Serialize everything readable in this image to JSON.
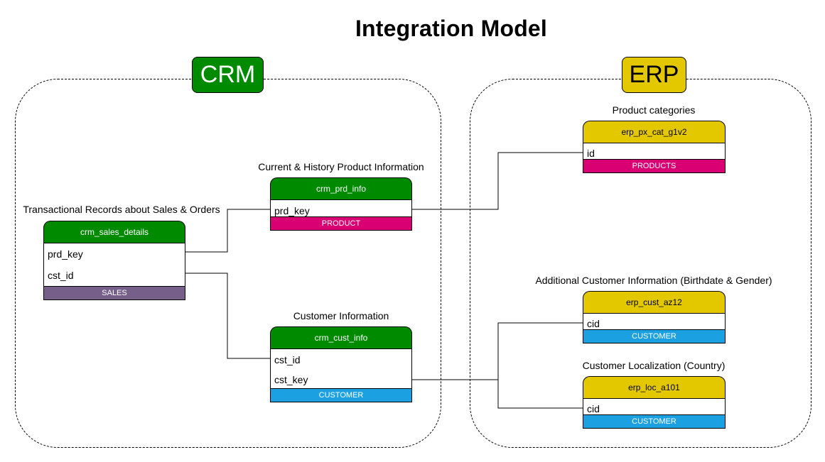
{
  "title": "Integration Model",
  "colors": {
    "crm_green": "#008a00",
    "erp_yellow": "#e3c800",
    "product_pink": "#d80073",
    "sales_purple": "#76608a",
    "customer_blue": "#1ba1e2"
  },
  "regions": {
    "crm": {
      "label": "CRM"
    },
    "erp": {
      "label": "ERP"
    }
  },
  "tables": {
    "crm_sales_details": {
      "caption": "Transactional Records about Sales & Orders",
      "name": "crm_sales_details",
      "fields": [
        "prd_key",
        "cst_id"
      ],
      "tag": "SALES"
    },
    "crm_prd_info": {
      "caption": "Current & History Product Information",
      "name": "crm_prd_info",
      "fields": [
        "prd_key"
      ],
      "tag": "PRODUCT"
    },
    "crm_cust_info": {
      "caption": "Customer Information",
      "name": "crm_cust_info",
      "fields": [
        "cst_id",
        "cst_key"
      ],
      "tag": "CUSTOMER"
    },
    "erp_px_cat_g1v2": {
      "caption": "Product categories",
      "name": "erp_px_cat_g1v2",
      "fields": [
        "id"
      ],
      "tag": "PRODUCTS"
    },
    "erp_cust_az12": {
      "caption": "Additional Customer Information (Birthdate & Gender)",
      "name": "erp_cust_az12",
      "fields": [
        "cid"
      ],
      "tag": "CUSTOMER"
    },
    "erp_loc_a101": {
      "caption": "Customer Localization (Country)",
      "name": "erp_loc_a101",
      "fields": [
        "cid"
      ],
      "tag": "CUSTOMER"
    }
  }
}
